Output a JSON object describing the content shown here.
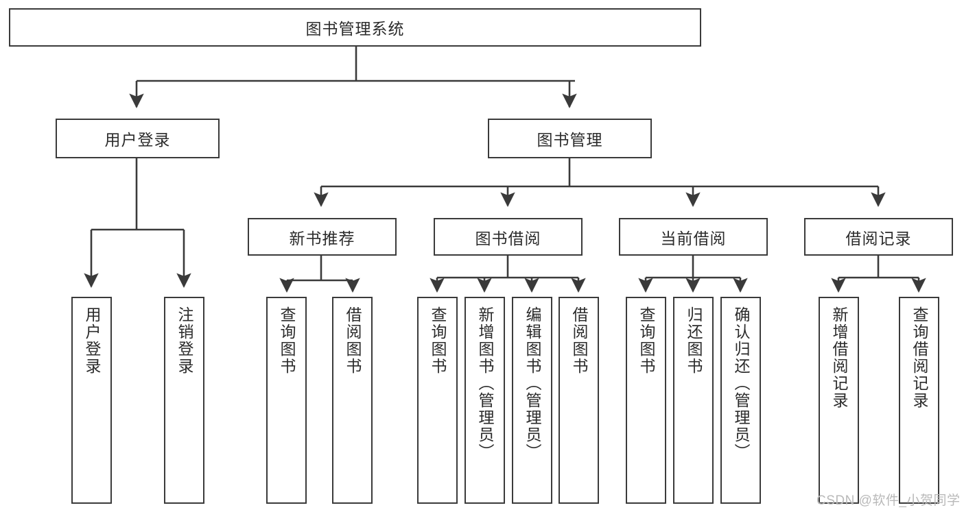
{
  "diagram": {
    "title": "图书管理系统",
    "type": "tree-hierarchy-diagram",
    "colors": {
      "box_border": "#3a3a3a",
      "line": "#3a3a3a",
      "background": "#ffffff",
      "text": "#2b2b2b",
      "watermark": "#b9b9b9"
    },
    "root": {
      "label": "图书管理系统"
    },
    "level2": [
      {
        "id": "user-login",
        "label": "用户登录"
      },
      {
        "id": "book-management",
        "label": "图书管理"
      }
    ],
    "level3": [
      {
        "id": "new-book-recommend",
        "label": "新书推荐"
      },
      {
        "id": "book-borrow",
        "label": "图书借阅"
      },
      {
        "id": "current-borrow",
        "label": "当前借阅"
      },
      {
        "id": "borrow-record",
        "label": "借阅记录"
      }
    ],
    "leaves": {
      "user_login": [
        {
          "id": "leaf-user-login",
          "label": "用户登录"
        },
        {
          "id": "leaf-logout-login",
          "label": "注销登录"
        }
      ],
      "new_book_recommend": [
        {
          "id": "leaf-query-book-1",
          "label": "查询图书"
        },
        {
          "id": "leaf-borrow-book-1",
          "label": "借阅图书"
        }
      ],
      "book_borrow": [
        {
          "id": "leaf-query-book-2",
          "label": "查询图书"
        },
        {
          "id": "leaf-add-book-admin",
          "label": "新增图书（管理员）"
        },
        {
          "id": "leaf-edit-book-admin",
          "label": "编辑图书（管理员）"
        },
        {
          "id": "leaf-borrow-book-2",
          "label": "借阅图书"
        }
      ],
      "current_borrow": [
        {
          "id": "leaf-query-book-3",
          "label": "查询图书"
        },
        {
          "id": "leaf-return-book",
          "label": "归还图书"
        },
        {
          "id": "leaf-confirm-return-admin",
          "label": "确认归还（管理员）"
        }
      ],
      "borrow_record": [
        {
          "id": "leaf-add-borrow-record",
          "label": "新增借阅记录"
        },
        {
          "id": "leaf-query-borrow-record",
          "label": "查询借阅记录"
        }
      ]
    },
    "watermark": "CSDN @软件_小贺同学"
  }
}
